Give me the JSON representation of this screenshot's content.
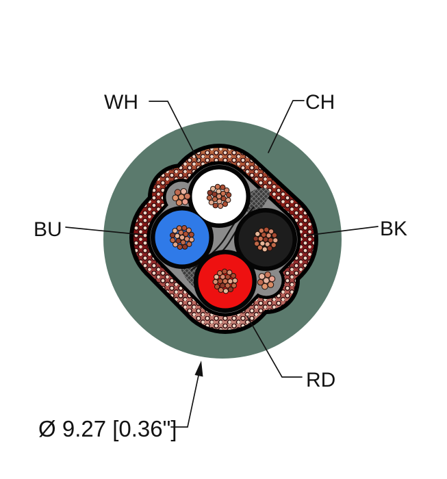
{
  "diagram": {
    "kind": "cable-cross-section",
    "labels": {
      "white_conductor": "WH",
      "jacket": "CH",
      "blue_conductor": "BU",
      "black_conductor": "BK",
      "red_conductor": "RD",
      "diameter": "Ø 9.27 [0.36\"]"
    },
    "colors": {
      "jacket_green": "#5b7a6d",
      "outline": "#000000",
      "conductor_white": "#ffffff",
      "conductor_blue": "#2f7ae8",
      "conductor_black": "#1d1d1d",
      "conductor_ring": "#050505",
      "core_gray": "#8b8b8b",
      "filler_patch": "#3c3c3c",
      "patch_hatch": "#7d7d7d",
      "braid_dark_red": "#7c1014",
      "braid_red": "#8e2018",
      "braid_orange": "#c67a4c",
      "braid_salmon": "#b86058",
      "braid_pink": "#cc9488",
      "braid_dot_fill": "#eed6c6",
      "braid_dot_outline": "#30090b",
      "leader_line": "#121212"
    },
    "copper_palette": [
      "#d98b6f",
      "#a84a32",
      "#e3a78c",
      "#c06848",
      "#8d3a2a",
      "#e8b89a",
      "#cc7352",
      "#b05035"
    ],
    "filler_palette": [
      "#e8a090",
      "#d88a64",
      "#e0956e",
      "#c06a50",
      "#e8b4a0",
      "#cc7a5e"
    ]
  }
}
